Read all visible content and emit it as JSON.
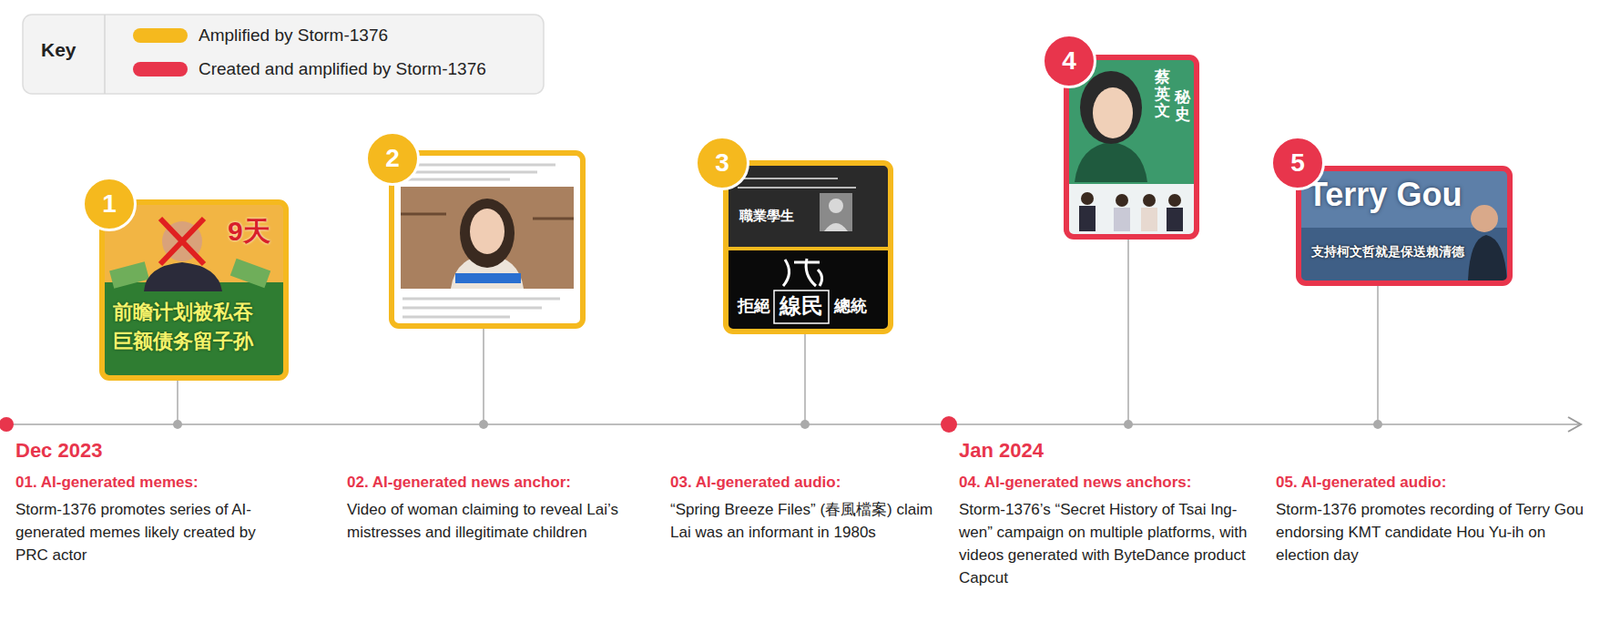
{
  "diagram": {
    "nodes": [
      {
        "text": [
          "1"
        ]
      },
      {
        "text": [
          "2"
        ]
      },
      {
        "text": [
          "3"
        ]
      },
      {
        "text": [
          "4"
        ]
      },
      {
        "text": [
          "5"
        ]
      }
    ],
    "labels": [
      "Key",
      "Dec 2023",
      "01. AI-generated memes:",
      "Storm-1376 promotes series of AI-generated memes likely created by PRC actor",
      "02. AI-generated news anchor:",
      "Video of woman claiming to reveal Lai’s mistresses and illegitimate children",
      "03. AI-generated audio:",
      "“Spring Breeze Files” (春風檔案) claim Lai was an informant in 1980s",
      "Jan 2024",
      "04. AI-generated news anchors:",
      "Storm-1376’s “Secret History of Tsai Ing-wen” campaign on multiple platforms, with videos generated with ByteDance product Capcut",
      "05. AI-generated audio:",
      "Storm-1376 promotes recording of Terry Gou endorsing KMT candidate Hou Yu-ih on election day",
      "9天",
      "前瞻计划被私吞",
      "巨额债务留子孙",
      "職業學生",
      "拒絕",
      "線民",
      "總統",
      "蔡英文",
      "秘史",
      "Terry Gou",
      "支持柯文哲就是保送賴清德"
    ],
    "legend": [
      {
        "text": "Amplified by Storm-1376",
        "color": "#F5B91E"
      },
      {
        "text": "Created and amplified by Storm-1376",
        "color": "#E8354C"
      }
    ]
  }
}
